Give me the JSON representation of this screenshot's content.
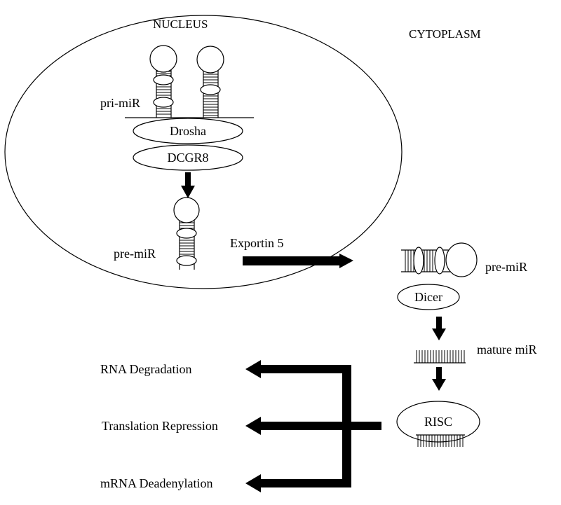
{
  "labels": {
    "nucleus": "NUCLEUS",
    "cytoplasm": "CYTOPLASM",
    "pri_mir": "pri-miR",
    "drosha": "Drosha",
    "dcgr8": "DCGR8",
    "pre_mir_nucleus": "pre-miR",
    "exportin": "Exportin 5",
    "pre_mir_cytoplasm": "pre-miR",
    "dicer": "Dicer",
    "mature_mir": "mature miR",
    "risc": "RISC"
  },
  "outcomes": [
    "RNA Degradation",
    "Translation Repression",
    "mRNA Deadenylation"
  ],
  "colors": {
    "stroke": "#000000",
    "background": "#ffffff"
  }
}
